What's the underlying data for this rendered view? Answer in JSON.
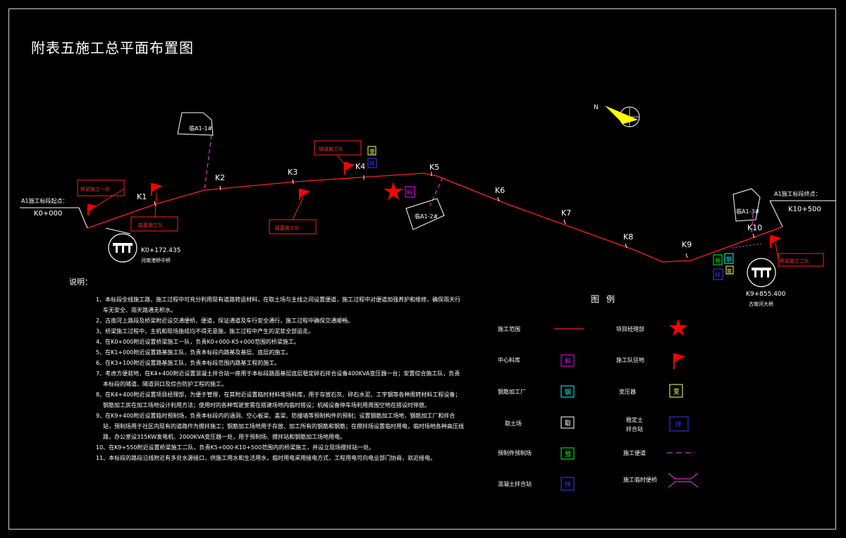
{
  "title": "附表五施工总平面布置图",
  "stations": {
    "k0": "K0+000",
    "k1": "K1",
    "k2": "K2",
    "k3": "K3",
    "k4": "K4",
    "k5": "K5",
    "k6": "K6",
    "k7": "K7",
    "k8": "K8",
    "k9": "K9",
    "k10": "K10",
    "k10_end": "K10+500"
  },
  "section_start": "A1施工标段起点：",
  "section_end": "A1施工标段终点：",
  "bridges": {
    "b1_station": "K0+172.435",
    "b1_name": "河南港桥中桥",
    "b2_station": "K9+855.400",
    "b2_name": "古南河大桥"
  },
  "areas": {
    "a1": "临A1-1#",
    "a2": "临A1-2#",
    "a3": "临A1-3#"
  },
  "teams": {
    "t1": "桥梁施工一队",
    "t2": "路基施工队",
    "t3": "路基施工队",
    "t4": "隧道施工队",
    "t5": "桥梁施工二队"
  },
  "yard_labels": {
    "transformer": "变",
    "mixing": "拌",
    "mid_yard": "料",
    "prefab": "预",
    "steel": "钢",
    "concrete": "拌"
  },
  "notes_header": "说明：",
  "notes": [
    "1、本标段全线施工路，施工过程中可充分利用现有道路转运材料，在取土场与主线之间设置便道，施工过程中对便道加强养护和维修，确保雨天行车无安全、雨天路通无积水。",
    "2、古南河上路段及桥梁附近设交通便桥、便道，保证通道及车行安全通行，施工过程中确保交通顺畅。",
    "3、桥梁施工过程中，主机和现场施组均不得无意施，施工过程中产生的泥浆全部运走。",
    "4、在K0+000附近设置桥梁施工一队，负责K0+000-K5+000范围的桥梁施工。",
    "5、在K1+000附近设置路基施工队，负责本标段内路基及基层、底层的施工。",
    "6、在K3+100附近设置路基施工队，负责本标段范围内路基工程的施工。",
    "7、考虑方便就地，在K4+400附近设置混凝土拌合站一座用于本标段路面基层底层稳定碎石拌合设备400KVA变压器一台；安置综合施工队，负责本标段的隧道、隧道洞口及综合防护工程的施工。",
    "8、在K4+400附近设置项目经理部，为便于管理，在其附近设置临时材料堆场料库，用于存放石灰、碎石水泥、工字钢等各种周转材料工程设备；钢筋加工房在加工场地设计利用方法；使用时的各种驾驶室需在搭建场地内临时搭设；机械设备停车场利用周围空地在搭设时停放。",
    "9、在K9+400附近设置临时预制场，负责本标段内的涵洞、空心板梁、盖梁、防撞墙等预制构件的预制；设置钢筋加工场地，钢筋加工厂和拌合站，预制场用于社区内现有的道路作为搅拌施工；钢筋加工场地用于存放、加工所有的钢筋和钢筋；在搅拌场设置临时用电，临时场地各种高压线路，办公室设315KW发电机、2000KVA变压器一处，用于预制场、搅拌站和钢筋加工场地用电。",
    "10、在K9+550附近设置桥梁施工二队，负责K5+000-K10+500范围内的桥梁施工，并设立现场搅拌站一处。",
    "11、本标段的路段沿线附近有多处水源接口，供施工用水和生活用水，临时用电采用接电方式，工程用电可向电业部门协商，就近接电。"
  ],
  "legend": {
    "title": "图例",
    "items": [
      {
        "label": "施工范围",
        "symbol": "line-red"
      },
      {
        "label": "项目经理部",
        "symbol": "star"
      },
      {
        "label": "中心料库",
        "symbol": "box",
        "text": "料",
        "color": "#ff00ff"
      },
      {
        "label": "施工队驻地",
        "symbol": "flag"
      },
      {
        "label": "钢筋加工厂",
        "symbol": "box",
        "text": "钢",
        "color": "#00ffff"
      },
      {
        "label": "变压器",
        "symbol": "box",
        "text": "变",
        "color": "#ffff66"
      },
      {
        "label": "取土场",
        "symbol": "box",
        "text": "取",
        "color": "#ffffff"
      },
      {
        "label": "稳定土拌合站",
        "symbol": "box",
        "text": "拌",
        "color": "#0000ff"
      },
      {
        "label": "预制件预制场",
        "symbol": "box",
        "text": "预",
        "color": "#00ff00"
      },
      {
        "label": "施工便道",
        "symbol": "dash-magenta"
      },
      {
        "label": "混凝土拌合站",
        "symbol": "box",
        "text": "拌",
        "color": "#0000ff"
      },
      {
        "label": "施工临时便桥",
        "symbol": "bridge-magenta"
      }
    ]
  },
  "colors": {
    "route": "#ff2020",
    "road": "#cc33cc",
    "flag": "#ff0000",
    "station_tick": "#ffffff"
  }
}
